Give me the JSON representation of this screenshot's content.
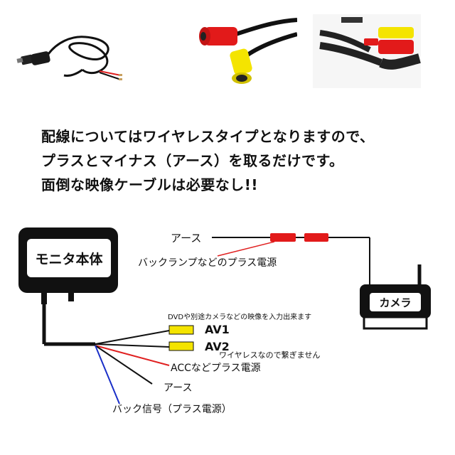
{
  "headline": {
    "line1": "配線についてはワイヤレスタイプとなりますので、",
    "line2": "プラスとマイナス（アース）を取るだけです。",
    "line3": "面倒な映像ケーブルは必要なし!!"
  },
  "diagram": {
    "monitor_label": "モニタ本体",
    "camera_label": "カメラ",
    "earth_top": "アース",
    "back_lamp_plus": "バックランプなどのプラス電源",
    "av_note": "DVDや別途カメラなどの映像を入力出来ます",
    "av1": "AV1",
    "av2": "AV2",
    "wireless_note": "ワイヤレスなので繋ぎません",
    "acc_plus": "ACCなどプラス電源",
    "earth_bottom": "アース",
    "back_signal": "バック信号（プラス電源）"
  },
  "colors": {
    "red_wire": "#e02020",
    "blue_wire": "#1a2fc8",
    "yellow_plug": "#f4e400",
    "red_plug": "#e21a1a",
    "black": "#111111"
  }
}
